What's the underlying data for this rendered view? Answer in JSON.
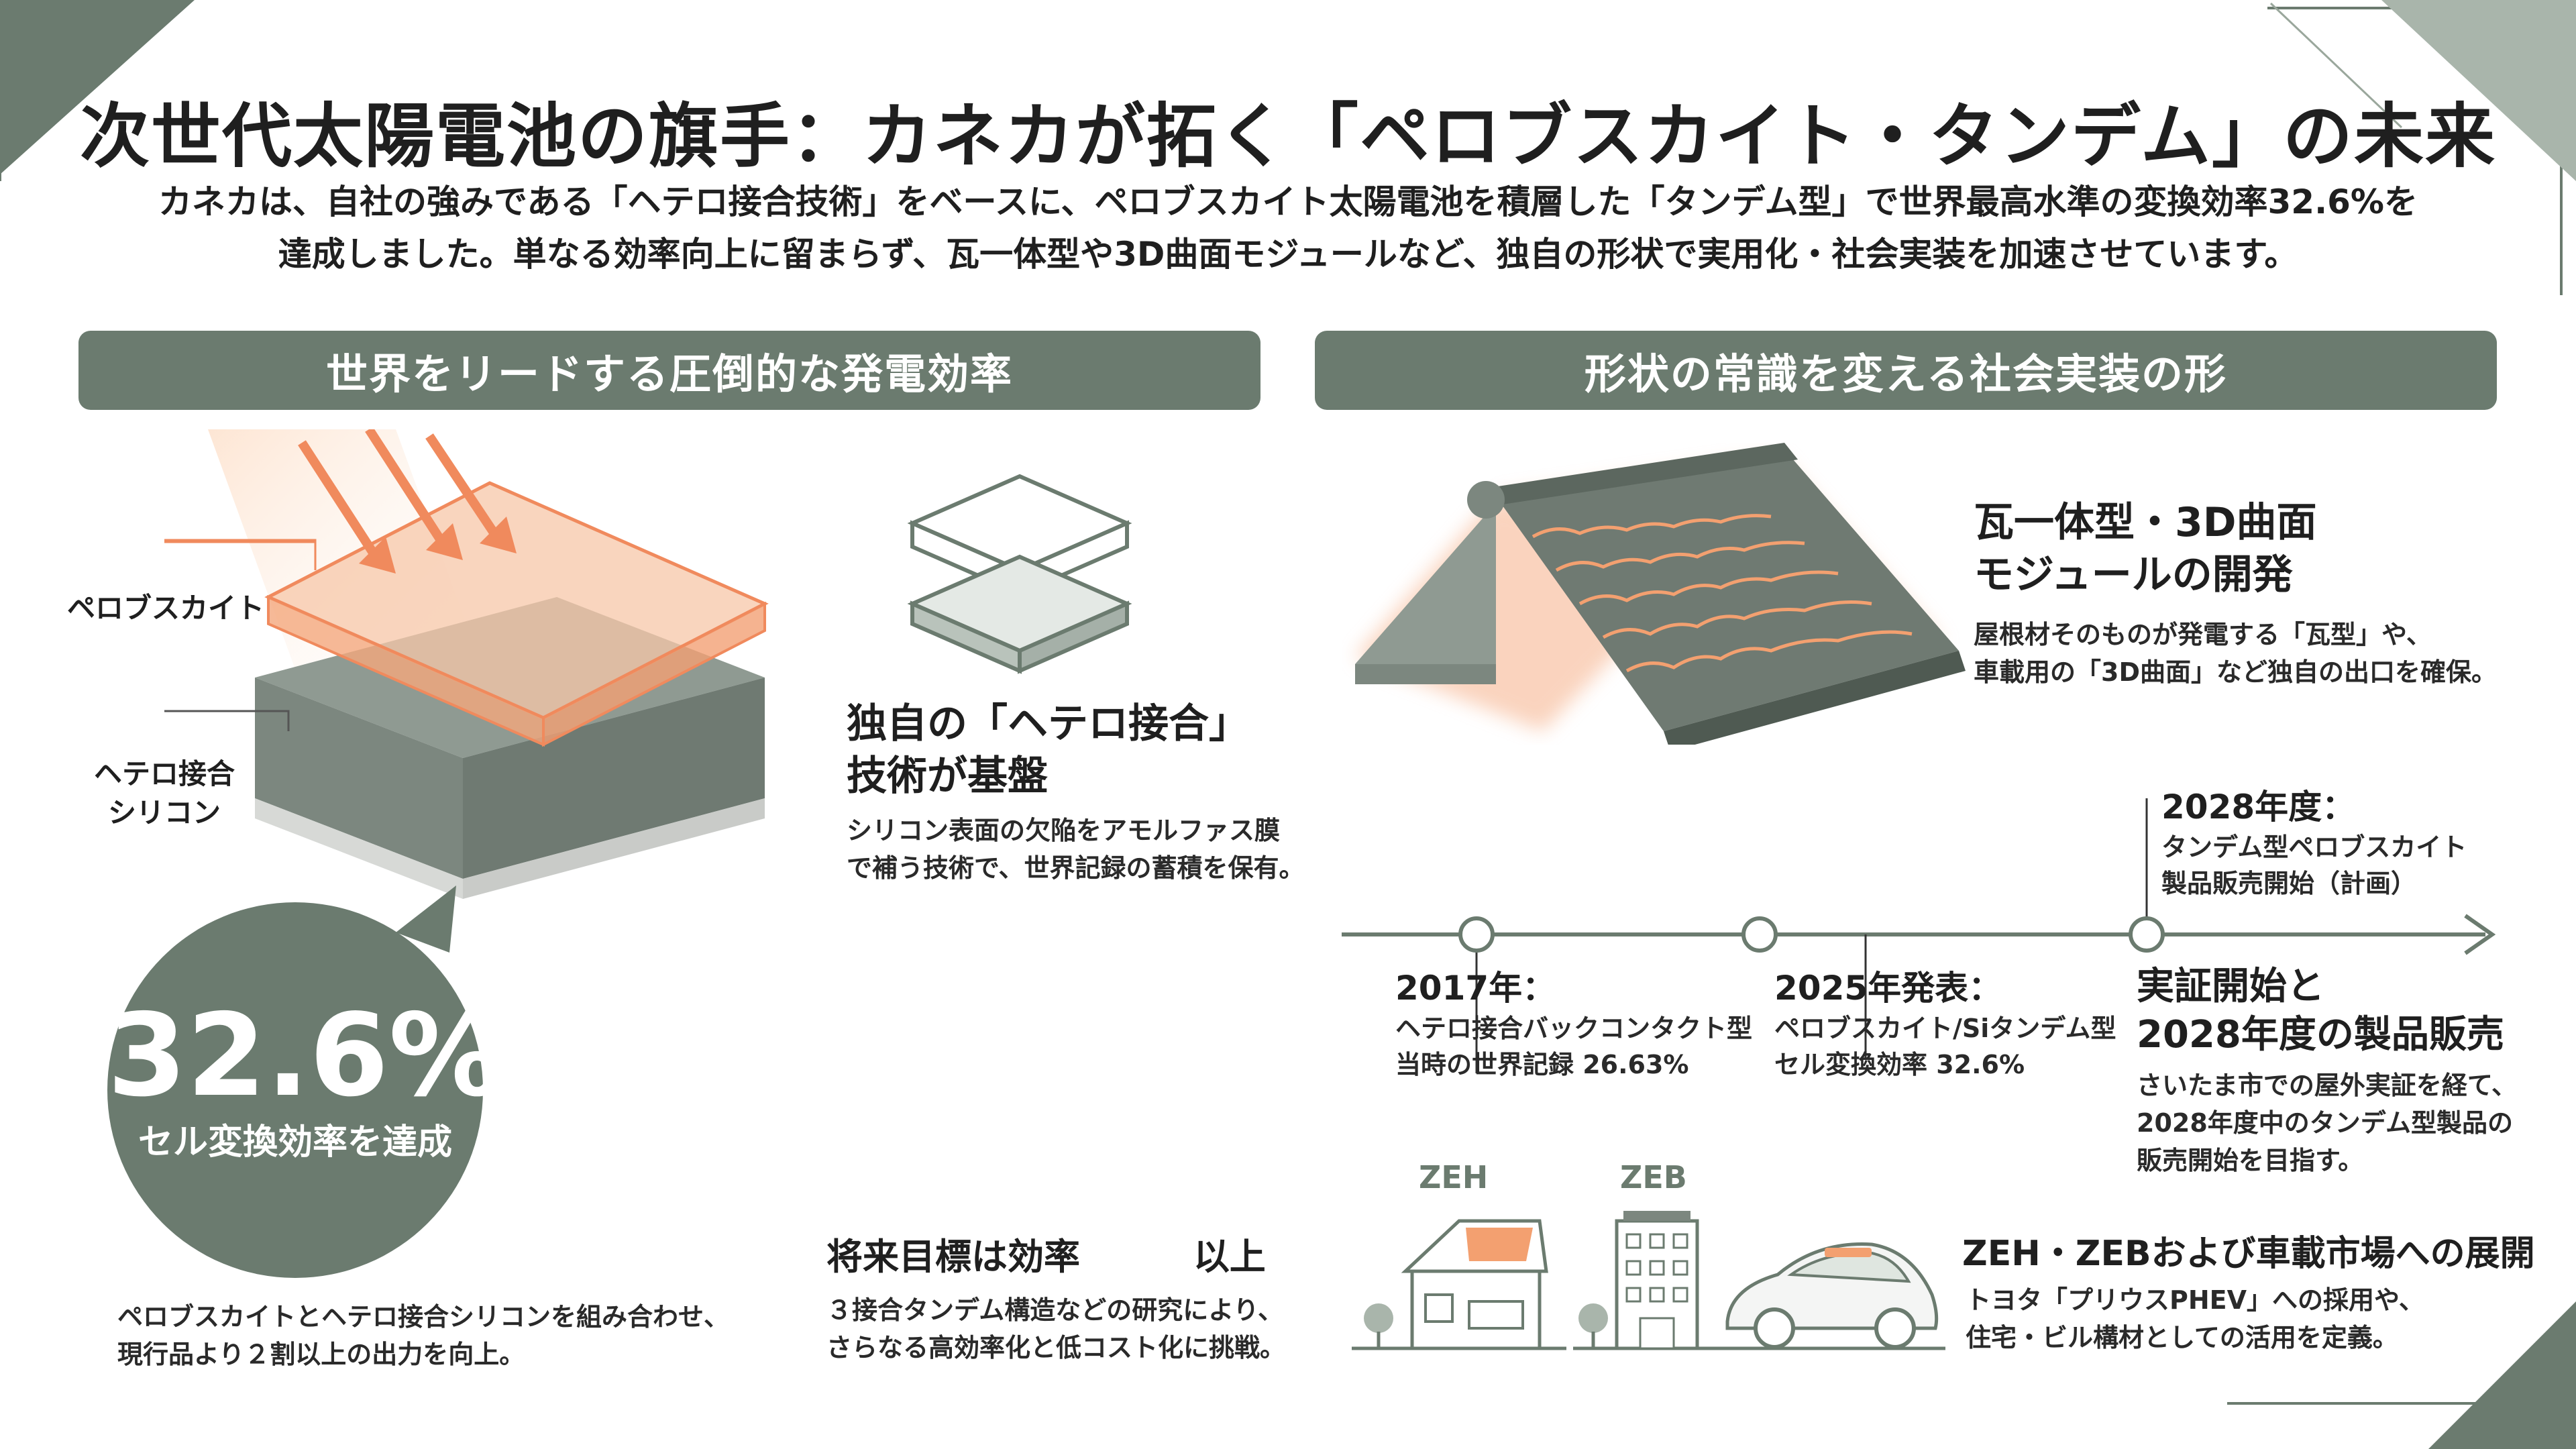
{
  "title": "次世代太陽電池の旗手：カネカが拓く「ペロブスカイト・タンデム」の未来",
  "intro": {
    "line1": "カネカは、自社の強みである「ヘテロ接合技術」をベースに、ペロブスカイト太陽電池を積層した「タンデム型」で世界最高水準の変換効率32.6%を",
    "line2": "達成しました。単なる効率向上に留まらず、瓦一体型や3D曲面モジュールなど、独自の形状で実用化・社会実装を加速させています。"
  },
  "left": {
    "banner": "世界をリードする圧倒的な発電効率",
    "labels": {
      "perovskite": "ペロブスカイト",
      "hetero1": "ヘテロ接合",
      "hetero2": "シリコン"
    },
    "badge": {
      "value": "32.6%",
      "label": "セル変換効率を達成"
    },
    "caption": {
      "line1": "ペロブスカイトとヘテロ接合シリコンを組み合わせ、",
      "line2": "現行品より２割以上の出力を向上。"
    },
    "hetero_feature": {
      "title1": "独自の「ヘテロ接合」",
      "title2": "技術が基盤",
      "body1": "シリコン表面の欠陥をアモルファス膜",
      "body2": "で補う技術で、世界記録の蓄積を保有。"
    },
    "future": {
      "title_a": "将来目標は効率",
      "title_b": "以上",
      "body1": "３接合タンデム構造などの研究により、",
      "body2": "さらなる高効率化と低コスト化に挑戦。"
    }
  },
  "right": {
    "banner": "形状の常識を変える社会実装の形",
    "roof": {
      "title1": "瓦一体型・3D曲面",
      "title2": "モジュールの開発",
      "body1": "屋根材そのものが発電する「瓦型」や、",
      "body2": "車載用の「3D曲面」など独自の出口を確保。"
    },
    "timeline": [
      {
        "year": "2017年：",
        "desc1": "ヘテロ接合バックコンタクト型",
        "desc2": "当時の世界記録 26.63%"
      },
      {
        "year": "2025年発表：",
        "desc1": "ペロブスカイト/Siタンデム型",
        "desc2": "セル変換効率 32.6%"
      },
      {
        "year": "2028年度：",
        "desc1": "タンデム型ペロブスカイト",
        "desc2": "製品販売開始（計画）"
      }
    ],
    "demo": {
      "title1": "実証開始と",
      "title2": "2028年度の製品販売",
      "body1": "さいたま市での屋外実証を経て、",
      "body2": "2028年度中のタンデム型製品の",
      "body3": "販売開始を目指す。"
    },
    "buildings": {
      "zeh": "ZEH",
      "zeb": "ZEB"
    },
    "market": {
      "title": "ZEH・ZEBおよび車載市場への展開",
      "body1": "トヨタ「プリウスPHEV」への採用や、",
      "body2": "住宅・ビル構材としての活用を定義。"
    }
  },
  "colors": {
    "accent": "#6b7b6f",
    "orange": "#f08a5d",
    "light": "#dfe6e0"
  }
}
